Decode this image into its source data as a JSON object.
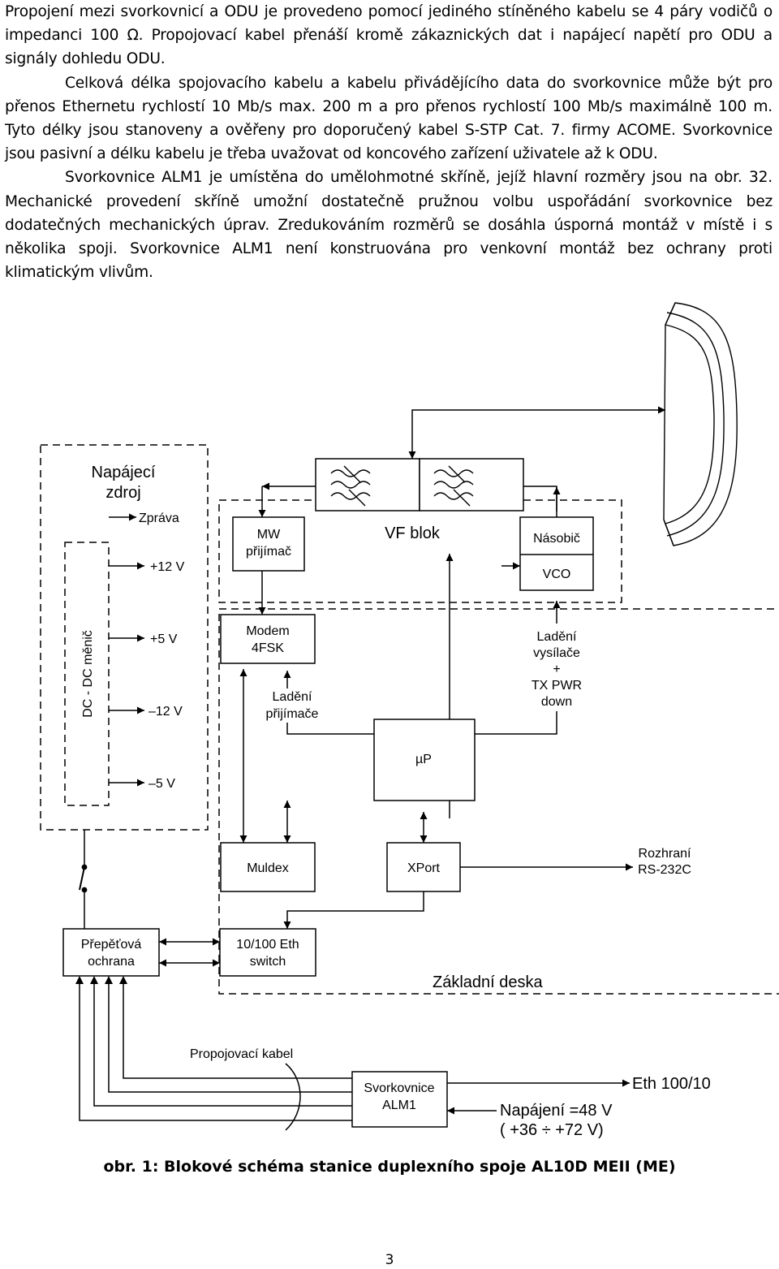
{
  "paragraphs": [
    "Propojení mezi svorkovnicí a ODU je provedeno pomocí jediného stíněného kabelu se 4 páry vodičů o impedanci 100 Ω. Propojovací kabel přenáší kromě zákaznických dat i napájecí napětí pro ODU a signály dohledu ODU.",
    "Celková délka spojovacího kabelu a kabelu přivádějícího data do svorkovnice může být pro přenos Ethernetu rychlostí 10 Mb/s max. 200 m a pro přenos rychlostí 100 Mb/s maximálně 100 m. Tyto délky jsou stanoveny a ověřeny pro doporučený kabel S-STP Cat. 7. firmy ACOME. Svorkovnice jsou pasivní a délku kabelu je třeba uvažovat od koncového zařízení uživatele až k ODU.",
    "Svorkovnice ALM1 je umístěna do umělohmotné skříně, jejíž hlavní rozměry jsou na obr. 32. Mechanické provedení skříně umožní dostatečně pružnou volbu uspořádání svorkovnice bez dodatečných mechanických úprav. Zredukováním rozměrů se dosáhla úsporná montáž v místě i s několika spoji. Svorkovnice ALM1 není konstruována pro venkovní montáž bez ochrany proti klimatickým vlivům."
  ],
  "diagram": {
    "psu": {
      "line1": "Napájecí",
      "line2": "zdroj"
    },
    "psu_outputs": {
      "zprava": "Zpráva",
      "p12": "+12 V",
      "p5": "+5 V",
      "m12": "–12 V",
      "m5": "–5 V"
    },
    "dcdc": "DC - DC měnič",
    "mw": {
      "line1": "MW",
      "line2": "přijímač"
    },
    "vf": "VF blok",
    "nasobic": "Násobič",
    "vco": "VCO",
    "modem": {
      "line1": "Modem",
      "line2": "4FSK"
    },
    "ladeni_rx": {
      "line1": "Ladění",
      "line2": "přijímače"
    },
    "ladeni_tx": {
      "line1": "Ladění",
      "line2": "vysílače",
      "line3": "+",
      "line4": "TX PWR",
      "line5": "down"
    },
    "up": "µP",
    "muldex": "Muldex",
    "xport": "XPort",
    "rs232": {
      "line1": "Rozhraní",
      "line2": "RS-232C"
    },
    "prepetova": {
      "line1": "Přepěťová",
      "line2": "ochrana"
    },
    "eth_switch": {
      "line1": "10/100 Eth",
      "line2": "switch"
    },
    "zakladni": "Základní deska",
    "propojovaci": "Propojovací kabel",
    "svorkovnice": {
      "line1": "Svorkovnice",
      "line2": "ALM1"
    },
    "eth100": "Eth 100/10",
    "napajeni": {
      "line1": "Napájení =48 V",
      "line2": "( +36 ÷ +72 V)"
    }
  },
  "caption": "obr. 1: Blokové schéma stanice duplexního spoje AL10D MEII (ME)",
  "page_number": "3"
}
